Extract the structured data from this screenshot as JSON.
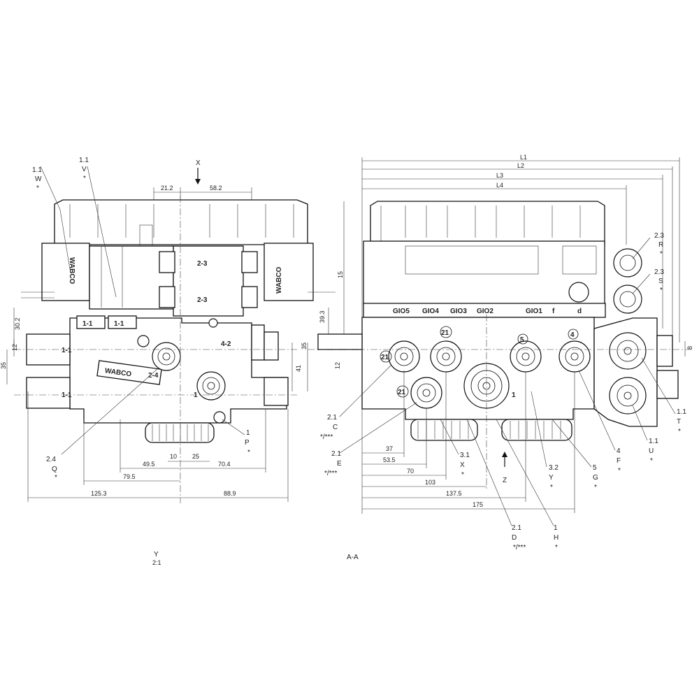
{
  "view_left": {
    "section_mark": "X",
    "view_caption_top": "Y",
    "view_caption_bottom": "2:1",
    "callouts": [
      {
        "id": "w",
        "num": "1.1",
        "letter": "W",
        "mark": "*"
      },
      {
        "id": "v",
        "num": "1.1",
        "letter": "V",
        "mark": "*"
      },
      {
        "id": "q",
        "num": "2.4",
        "letter": "Q",
        "mark": "*"
      },
      {
        "id": "p",
        "num": "1",
        "letter": "P",
        "mark": "*"
      }
    ],
    "port_labels": {
      "p23a": "2-3",
      "p23b": "2-3",
      "p42": "4-2",
      "p24": "2-4",
      "p11a": "1-1",
      "p11b": "1-1",
      "p11c": "1-1",
      "p11d": "1-1",
      "p1": "1"
    },
    "brand_a": "WABCO",
    "brand_b": "WABCO",
    "brand_c": "WABCO",
    "dims": {
      "d212": "21.2",
      "d582": "58.2",
      "d302": "30.2",
      "d12": "12",
      "d35": "35",
      "d41": "41",
      "d35b": "35",
      "d495": "49.5",
      "d10": "10",
      "d25": "25",
      "d704": "70.4",
      "d795": "79.5",
      "d1253": "125.3",
      "d889": "88.9"
    }
  },
  "view_right": {
    "section_caption": "A-A",
    "z_mark": "Z",
    "connectors": [
      "GIO5",
      "GIO4",
      "GIO3",
      "GIO2",
      "GIO1",
      "f",
      "d"
    ],
    "circle_labels": {
      "c21a": "21",
      "c21b": "21",
      "c21c": "21",
      "c5": "5",
      "c4": "4",
      "c1": "1"
    },
    "callouts": [
      {
        "id": "r",
        "num": "2.3",
        "letter": "R",
        "mark": "*"
      },
      {
        "id": "s",
        "num": "2.3",
        "letter": "S",
        "mark": "*"
      },
      {
        "id": "t",
        "num": "1.1",
        "letter": "T",
        "mark": "*"
      },
      {
        "id": "u",
        "num": "1.1",
        "letter": "U",
        "mark": "*"
      },
      {
        "id": "f",
        "num": "4",
        "letter": "F",
        "mark": "*"
      },
      {
        "id": "g",
        "num": "5",
        "letter": "G",
        "mark": "*"
      },
      {
        "id": "y",
        "num": "3.2",
        "letter": "Y",
        "mark": "*"
      },
      {
        "id": "x",
        "num": "3.1",
        "letter": "X",
        "mark": "*"
      },
      {
        "id": "h",
        "num": "1",
        "letter": "H",
        "mark": "*"
      },
      {
        "id": "d",
        "num": "2.1",
        "letter": "D",
        "mark": "*/***"
      },
      {
        "id": "c",
        "num": "2.1",
        "letter": "C",
        "mark": "*/***"
      },
      {
        "id": "e",
        "num": "2.1",
        "letter": "E",
        "mark": "*/***"
      }
    ],
    "dims": {
      "L1": "L1",
      "L2": "L2",
      "L3": "L3",
      "L4": "L4",
      "d15": "15",
      "d393": "39.3",
      "d12": "12",
      "d8": "8",
      "d37": "37",
      "d535": "53.5",
      "d70": "70",
      "d103": "103",
      "d1375": "137.5",
      "d175": "175"
    }
  }
}
